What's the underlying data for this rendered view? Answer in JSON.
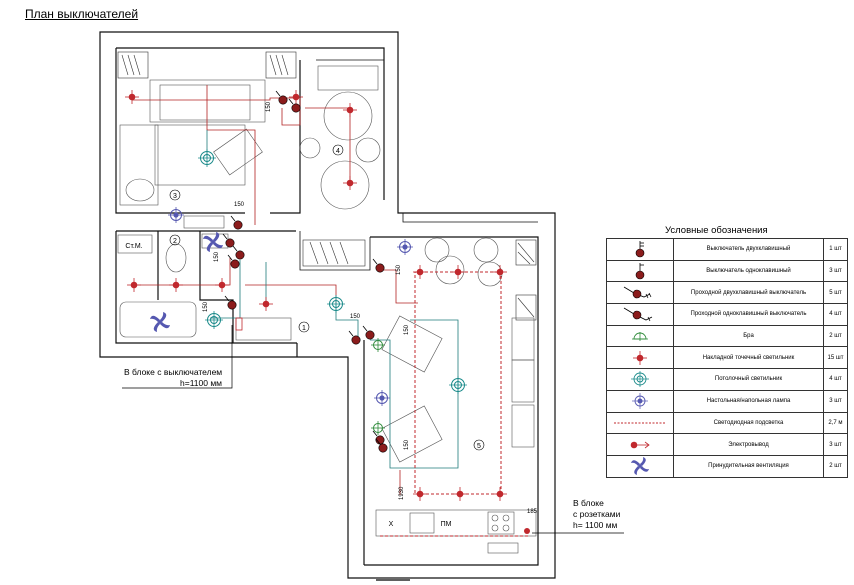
{
  "page_title": "План выключателей",
  "rooms": {
    "r1": "1",
    "r2": "2",
    "r3": "3",
    "r4": "4",
    "r5": "5"
  },
  "room_labels": {
    "storage": "Ст.М.",
    "sink": "X",
    "dishwasher": "ПМ"
  },
  "dimensions": {
    "d1": "150",
    "d2": "150",
    "d3": "150",
    "d4": "150",
    "d5": "150",
    "d6": "150",
    "d7": "150",
    "d8": "150",
    "d9": "1930",
    "d10": "185"
  },
  "notes": {
    "switch_block_1": "В блоке с выключателем",
    "switch_block_2": "h=1100 мм",
    "socket_block_1": "В блоке",
    "socket_block_2": "с розетками",
    "socket_block_3": "h= 1100 мм"
  },
  "legend": {
    "title": "Условные обозначения",
    "items": [
      {
        "icon": "double-switch-icon",
        "name": "Выключатель двухклавишный",
        "qty": "1 шт"
      },
      {
        "icon": "single-switch-icon",
        "name": "Выключатель одноклавишный",
        "qty": "3 шт"
      },
      {
        "icon": "pass-double-switch-icon",
        "name": "Проходной двухклавишный выключатель",
        "qty": "5 шт"
      },
      {
        "icon": "pass-single-switch-icon",
        "name": "Проходной одноклавишный выключатель",
        "qty": "4 шт"
      },
      {
        "icon": "sconce-icon",
        "name": "Бра",
        "qty": "2 шт"
      },
      {
        "icon": "spotlight-icon",
        "name": "Накладной точечный светильник",
        "qty": "15 шт"
      },
      {
        "icon": "ceiling-light-icon",
        "name": "Потолочный светильник",
        "qty": "4 шт"
      },
      {
        "icon": "floor-lamp-icon",
        "name": "Настольная/напольная лампа",
        "qty": "3 шт"
      },
      {
        "icon": "led-strip-icon",
        "name": "Светодиодная подсветка",
        "qty": "2,7 м"
      },
      {
        "icon": "power-outlet-icon",
        "name": "Электровывод",
        "qty": "3 шт"
      },
      {
        "icon": "ventilation-fan-icon",
        "name": "Принудительная вентиляция",
        "qty": "2 шт"
      }
    ]
  },
  "colors": {
    "spot": "#c0282d",
    "ceiling": "#1a8a8a",
    "floor": "#5558b0",
    "sconce": "#2e8b3a",
    "wire_red": "#b22222",
    "wire_teal": "#1e7b7b",
    "switch": "#8b1c1c"
  }
}
